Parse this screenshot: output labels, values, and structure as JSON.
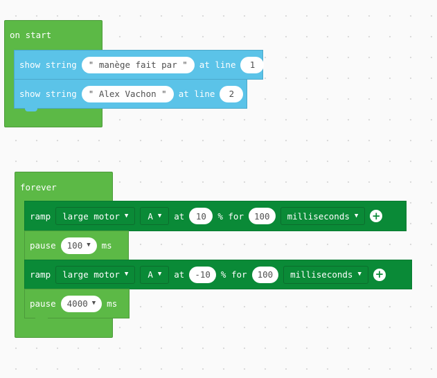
{
  "on_start": {
    "label": "on start",
    "blocks": [
      {
        "keyword": "show string",
        "text": "\" manège fait par \"",
        "at_label": "at line",
        "line": "1"
      },
      {
        "keyword": "show string",
        "text": "\" Alex Vachon \"",
        "at_label": "at line",
        "line": "2"
      }
    ]
  },
  "forever": {
    "label": "forever",
    "ramp1": {
      "keyword": "ramp",
      "motor": "large motor",
      "port": "A",
      "at_label": "at",
      "speed": "10",
      "pct_for": "% for",
      "duration": "100",
      "unit": "milliseconds"
    },
    "pause1": {
      "keyword": "pause",
      "value": "100",
      "unit": "ms"
    },
    "ramp2": {
      "keyword": "ramp",
      "motor": "large motor",
      "port": "A",
      "at_label": "at",
      "speed": "-10",
      "pct_for": "% for",
      "duration": "100",
      "unit": "milliseconds"
    },
    "pause2": {
      "keyword": "pause",
      "value": "4000",
      "unit": "ms"
    }
  },
  "colors": {
    "event_green": "#5cb946",
    "display_cyan": "#5bc3e8",
    "motor_green": "#0a8a37",
    "workspace": "#fafafa"
  }
}
